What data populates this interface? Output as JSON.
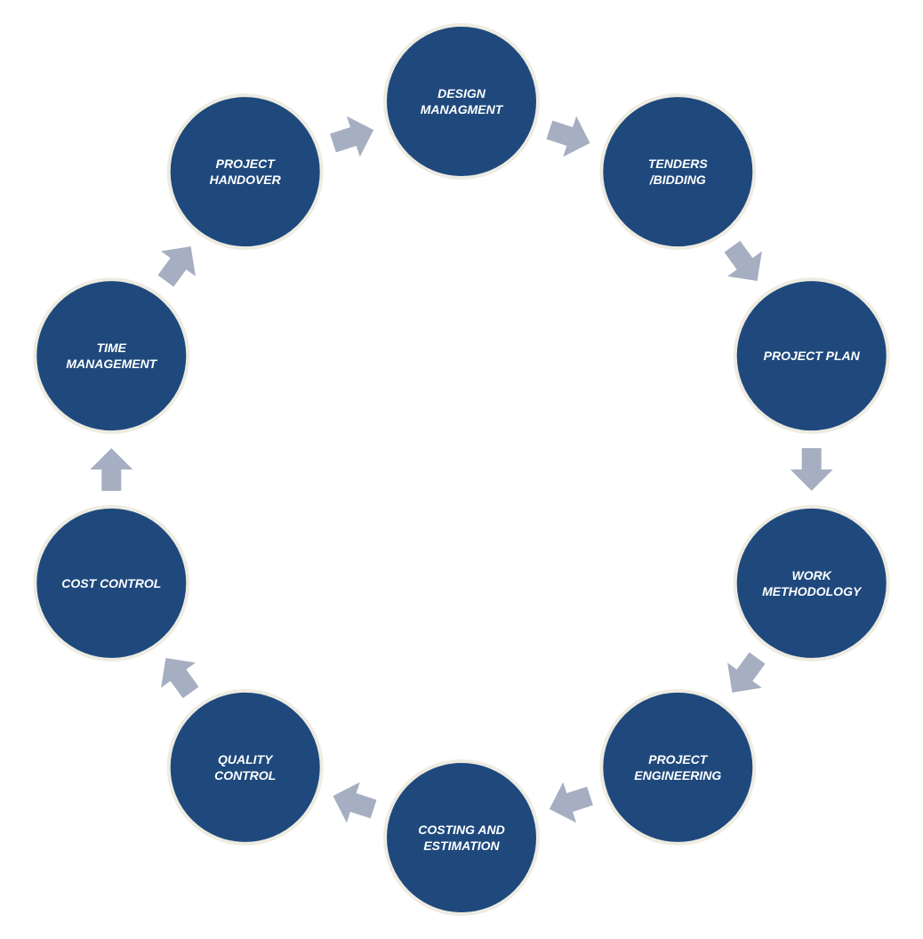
{
  "diagram": {
    "type": "cycle",
    "colors": {
      "node_fill": "#1F497D",
      "node_ring": "#EEECE1",
      "arrow": "#A6AFC1",
      "label": "#FFFFFF"
    },
    "nodes": [
      {
        "id": "design-managment",
        "lines": [
          "DESIGN",
          "MANAGMENT"
        ]
      },
      {
        "id": "tenders-bidding",
        "lines": [
          "TENDERS",
          "/BIDDING"
        ]
      },
      {
        "id": "project-plan",
        "lines": [
          "PROJECT PLAN"
        ]
      },
      {
        "id": "work-methodology",
        "lines": [
          "WORK",
          "METHODOLOGY"
        ]
      },
      {
        "id": "project-engineering",
        "lines": [
          "PROJECT",
          "ENGINEERING"
        ]
      },
      {
        "id": "costing-and-estimation",
        "lines": [
          "COSTING AND",
          "ESTIMATION"
        ]
      },
      {
        "id": "quality-control",
        "lines": [
          "QUALITY",
          "CONTROL"
        ]
      },
      {
        "id": "cost-control",
        "lines": [
          "COST CONTROL"
        ]
      },
      {
        "id": "time-management",
        "lines": [
          "TIME",
          "MANAGEMENT"
        ]
      },
      {
        "id": "project-handover",
        "lines": [
          "PROJECT",
          "HANDOVER"
        ]
      }
    ],
    "flow": "clockwise"
  }
}
